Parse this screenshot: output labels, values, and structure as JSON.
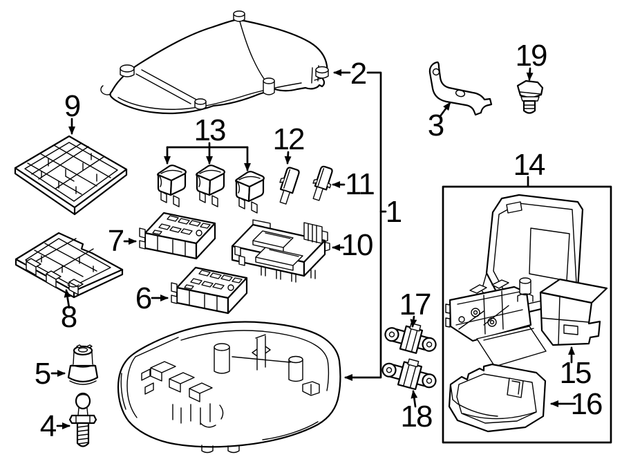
{
  "diagram": {
    "background": "#ffffff",
    "line_color": "#000000"
  },
  "callouts": {
    "c1": "1",
    "c2": "2",
    "c3": "3",
    "c4": "4",
    "c5": "5",
    "c6": "6",
    "c7": "7",
    "c8": "8",
    "c9": "9",
    "c10": "10",
    "c11": "11",
    "c12": "12",
    "c13": "13",
    "c14": "14",
    "c15": "15",
    "c16": "16",
    "c17": "17",
    "c18": "18",
    "c19": "19"
  }
}
